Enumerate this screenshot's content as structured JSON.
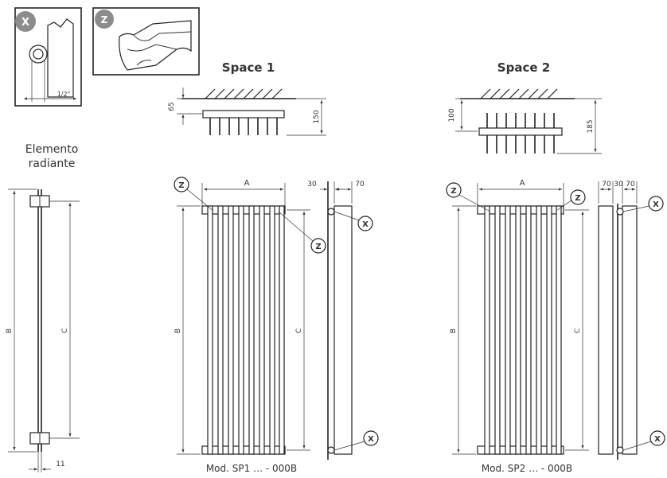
{
  "colors": {
    "line": "#333333",
    "badge_fill": "#8c8c8c",
    "badge_text": "#ffffff",
    "background": "#ffffff"
  },
  "details": {
    "x_badge": "X",
    "z_badge": "Z",
    "half_inch_label": "1/2\""
  },
  "element_title": {
    "line1": "Elemento",
    "line2": "radiante"
  },
  "element_side": {
    "b_label": "B",
    "c_label": "C",
    "thickness_label": "11"
  },
  "space1": {
    "title": "Space 1",
    "dim_offset": "65",
    "dim_depth": "150",
    "dim_a": "A",
    "dim_b": "B",
    "dim_c": "C",
    "dim_side_gap": "30",
    "dim_side_depth": "70",
    "callout_z": "Z",
    "callout_x": "X",
    "model": "Mod. SP1 … - 000B"
  },
  "space2": {
    "title": "Space 2",
    "dim_offset": "100",
    "dim_depth": "185",
    "dim_a": "A",
    "dim_b": "B",
    "dim_c": "C",
    "dim_side_70a": "70",
    "dim_side_30": "30",
    "dim_side_70b": "70",
    "callout_z": "Z",
    "callout_x": "X",
    "model": "Mod. SP2 … - 000B"
  }
}
